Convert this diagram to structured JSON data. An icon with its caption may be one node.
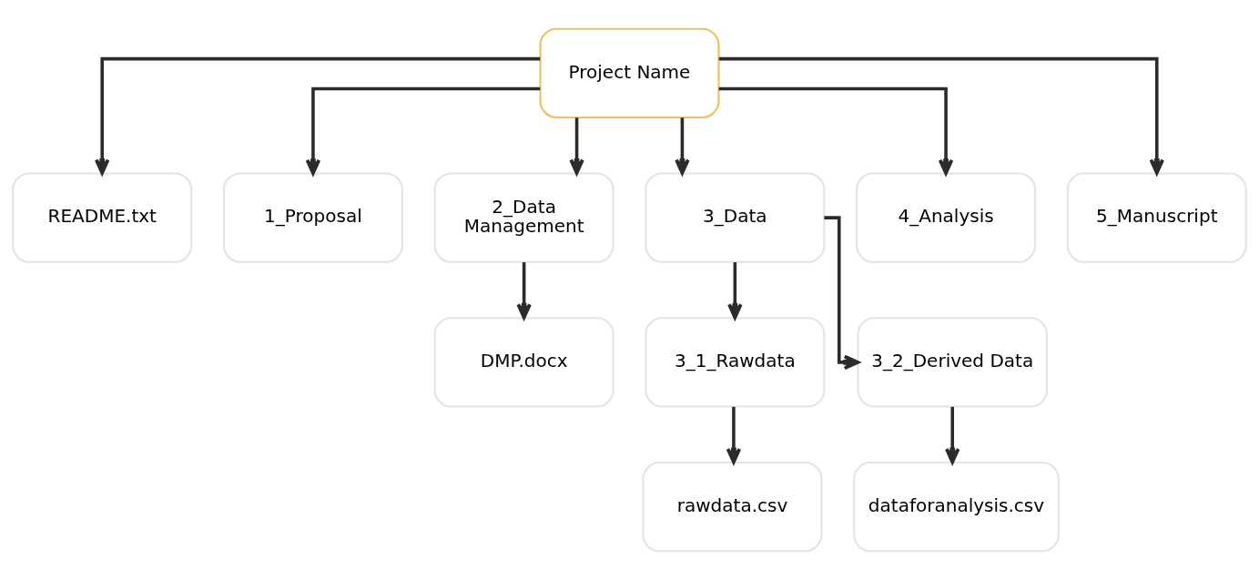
{
  "diagram": {
    "nodes": [
      {
        "text": [
          "Project Name"
        ]
      },
      {
        "text": [
          "README.txt"
        ]
      },
      {
        "text": [
          "1_Proposal"
        ]
      },
      {
        "text": [
          "2_Data Management"
        ]
      },
      {
        "text": [
          "3_Data"
        ]
      },
      {
        "text": [
          "4_Analysis"
        ]
      },
      {
        "text": [
          "5_Manuscript"
        ]
      },
      {
        "text": [
          "DMP.docx"
        ]
      },
      {
        "text": [
          "3_1_Rawdata"
        ]
      },
      {
        "text": [
          "3_2_Derived Data"
        ]
      },
      {
        "text": [
          "rawdata.csv"
        ]
      },
      {
        "text": [
          "dataforanalysis.csv"
        ]
      }
    ],
    "edges": [
      {
        "from": 0,
        "to": 1,
        "arrow": "to"
      },
      {
        "from": 0,
        "to": 2,
        "arrow": "to"
      },
      {
        "from": 0,
        "to": 3,
        "arrow": "to"
      },
      {
        "from": 0,
        "to": 4,
        "arrow": "to"
      },
      {
        "from": 0,
        "to": 5,
        "arrow": "to"
      },
      {
        "from": 0,
        "to": 6,
        "arrow": "to"
      },
      {
        "from": 3,
        "to": 7,
        "arrow": "to"
      },
      {
        "from": 4,
        "to": 8,
        "arrow": "to"
      },
      {
        "from": 4,
        "to": 9,
        "arrow": "to"
      },
      {
        "from": 8,
        "to": 10,
        "arrow": "to"
      },
      {
        "from": 9,
        "to": 11,
        "arrow": "to"
      }
    ]
  }
}
